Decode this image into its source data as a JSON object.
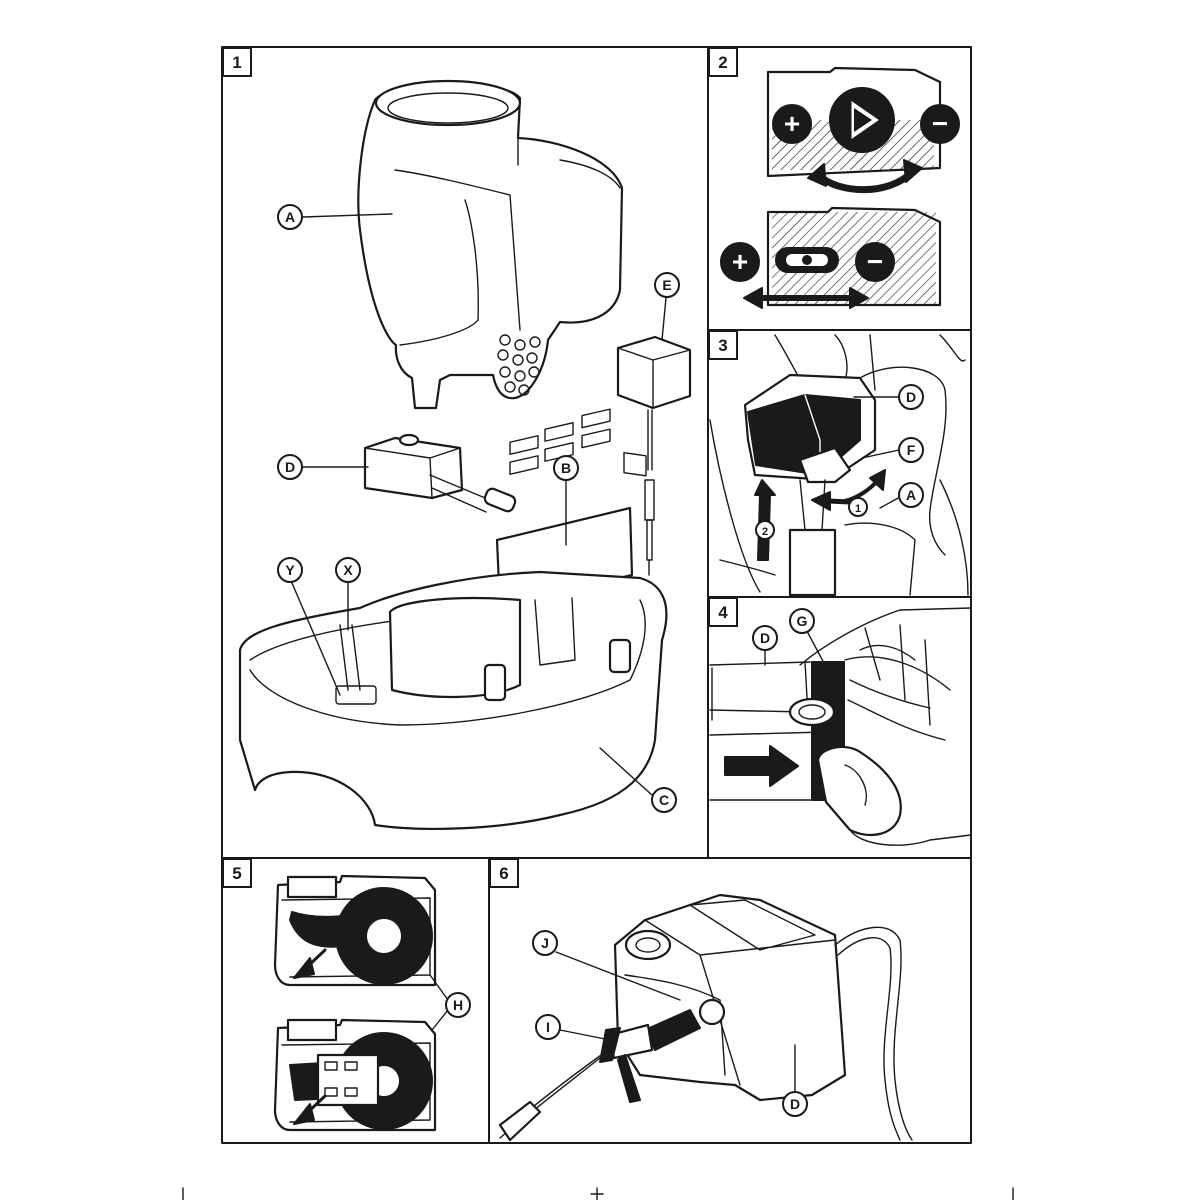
{
  "panels": [
    "1",
    "2",
    "3",
    "4",
    "5",
    "6"
  ],
  "callouts": {
    "A": "A",
    "B": "B",
    "C": "C",
    "D": "D",
    "E": "E",
    "F": "F",
    "G": "G",
    "H": "H",
    "I": "I",
    "J": "J",
    "X": "X",
    "Y": "Y"
  },
  "steps": [
    "1",
    "2"
  ],
  "symbols": {
    "plus": "+",
    "minus": "−"
  }
}
